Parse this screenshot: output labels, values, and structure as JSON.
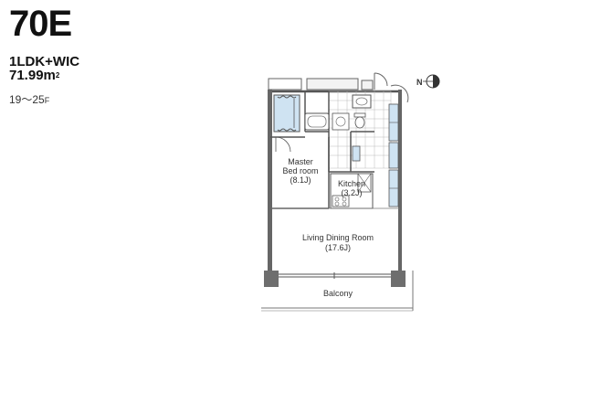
{
  "unit": {
    "code": "70E",
    "type": "1LDK+WIC",
    "area_value": "71.99m",
    "area_unit_sup": "2",
    "floors": "19～25",
    "floors_suffix": "F"
  },
  "compass": {
    "north_label": "N"
  },
  "rooms": {
    "master_name_1": "Master",
    "master_name_2": "Bed room",
    "master_size": "(8.1J)",
    "kitchen_name": "Kitchen",
    "kitchen_size": "(3.2J)",
    "living_name": "Living Dining Room",
    "living_size": "(17.6J)",
    "balcony_name": "Balcony"
  },
  "colors": {
    "storage_fill": "#cfe3f2",
    "wall": "#555555",
    "column": "#6e6e6e",
    "line": "#888888"
  }
}
